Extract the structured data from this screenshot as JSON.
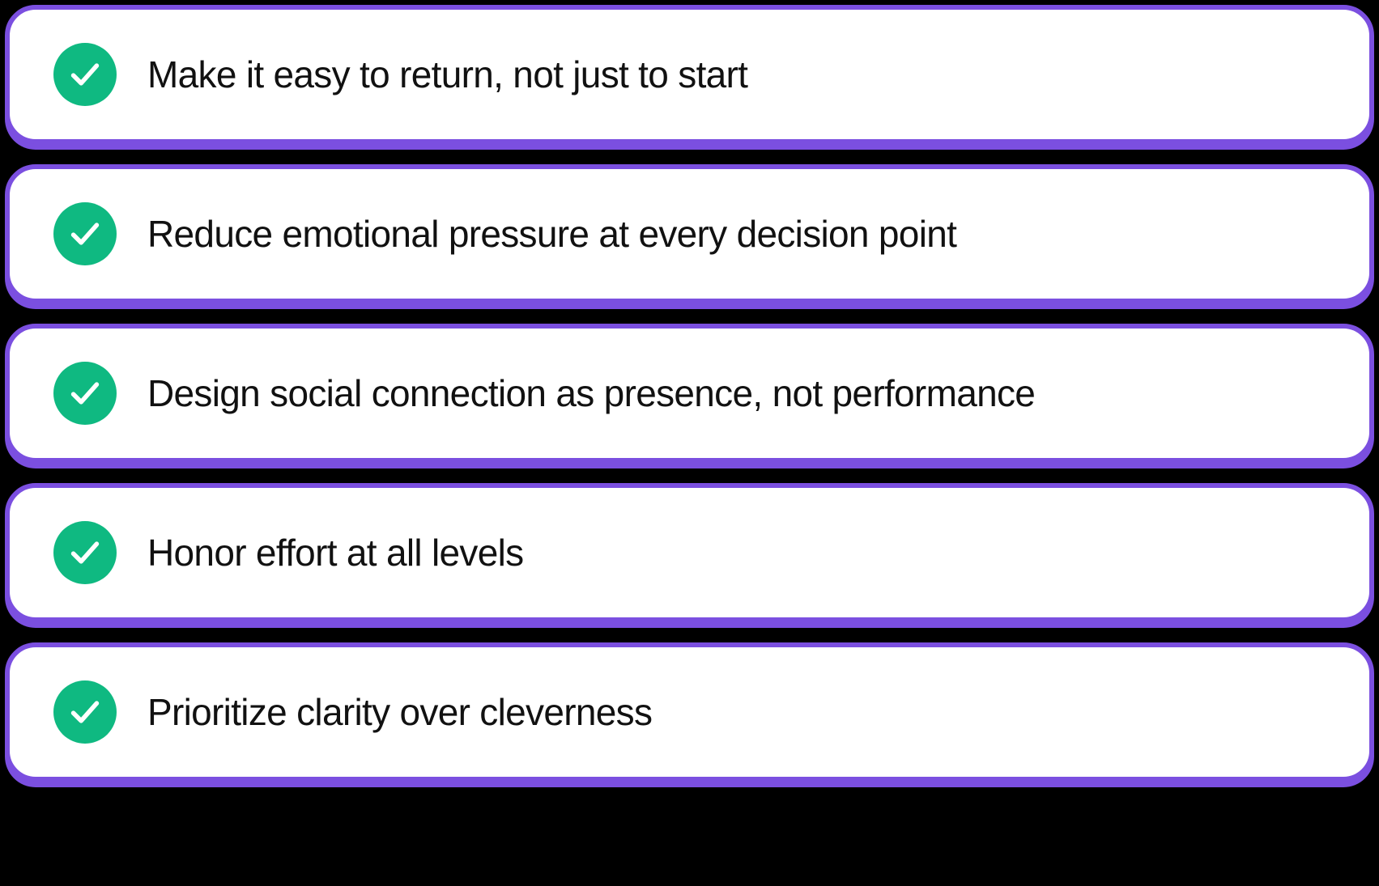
{
  "theme": {
    "background_color": "#000000",
    "card_background": "#FFFFFF",
    "accent_border_color": "#7B4FE0",
    "check_circle_color": "#0FB981",
    "check_mark_color": "#FFFFFF",
    "text_color": "#111111"
  },
  "checklist": {
    "items": [
      {
        "icon": "check-circle-icon",
        "label": "Make it easy to return, not just to start"
      },
      {
        "icon": "check-circle-icon",
        "label": "Reduce emotional pressure at every decision point"
      },
      {
        "icon": "check-circle-icon",
        "label": "Design social connection as presence, not performance"
      },
      {
        "icon": "check-circle-icon",
        "label": "Honor effort at all levels"
      },
      {
        "icon": "check-circle-icon",
        "label": "Prioritize clarity over cleverness"
      }
    ]
  }
}
